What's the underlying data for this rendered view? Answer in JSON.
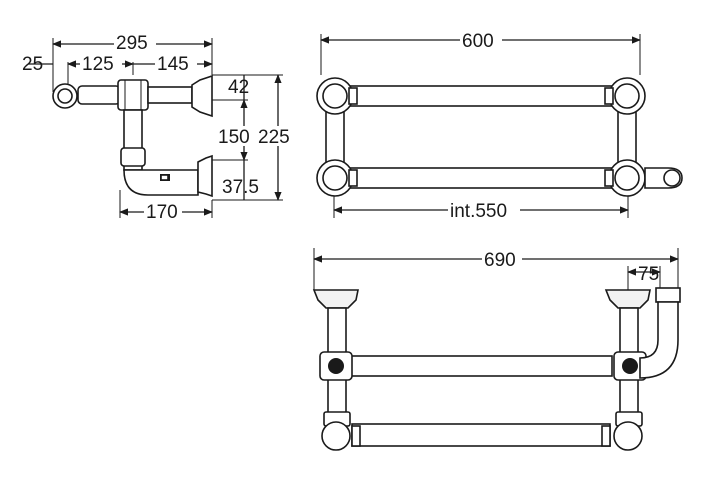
{
  "dimensions": {
    "side_view": {
      "overall_width": "295",
      "wall_offset": "25",
      "front_span": "125",
      "rear_span": "145",
      "upper_spacing": "42",
      "rail_spacing": "150",
      "overall_height": "225",
      "lower_spacing": "37.5",
      "bottom_depth": "170"
    },
    "top_view": {
      "overall_length": "600",
      "internal_length": "int.550"
    },
    "front_view": {
      "overall_length": "690",
      "bracket_offset": "75"
    }
  }
}
